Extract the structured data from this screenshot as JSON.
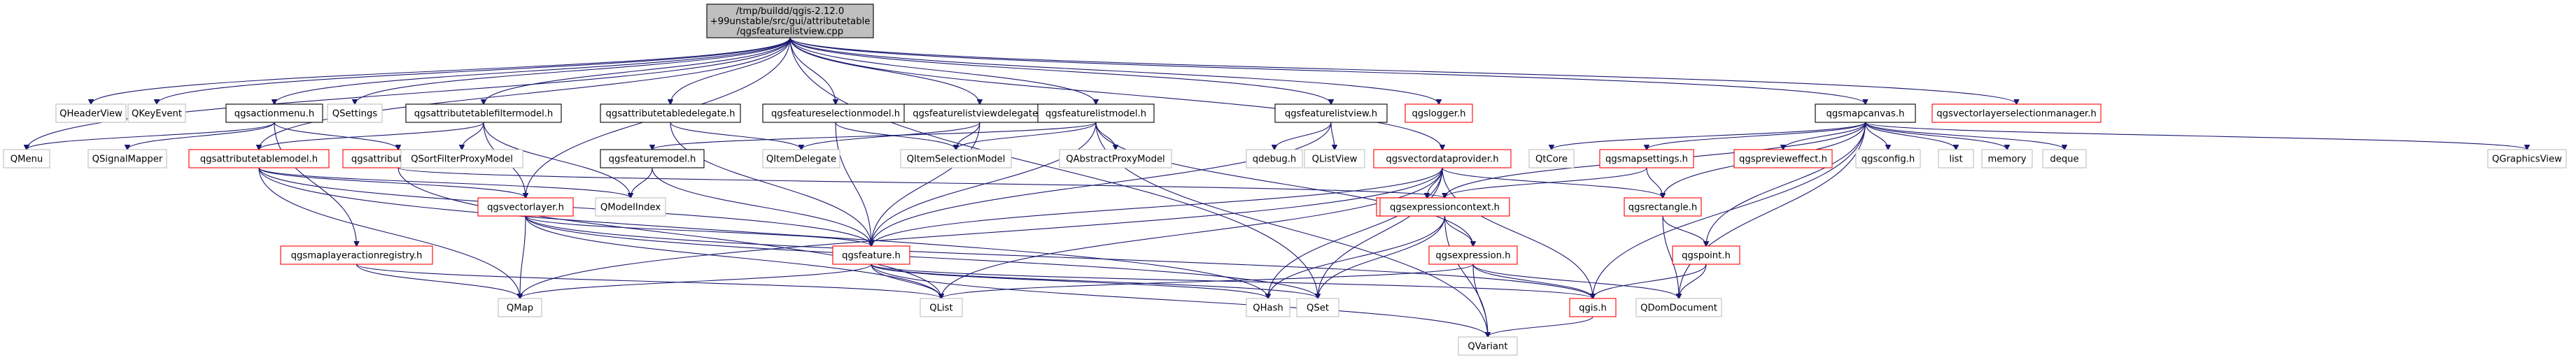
{
  "diagram": {
    "type": "include-dependency-graph",
    "colors": {
      "edge": "#191970",
      "root_fill": "#bfbfbf",
      "root_border": "#000000",
      "documented_border": "#000000",
      "undocumented_border": "#ff0000",
      "external_border": "#bfbfbf"
    },
    "nodes": [
      {
        "id": "root",
        "label": "/tmp/buildd/qgis-2.12.0\n+99unstable/src/gui/attributetable\n/qgsfeaturelistview.cpp",
        "style": "root"
      },
      {
        "id": "QHeaderView",
        "label": "QHeaderView",
        "style": "external"
      },
      {
        "id": "QKeyEvent",
        "label": "QKeyEvent",
        "style": "external"
      },
      {
        "id": "qgsactionmenu",
        "label": "qgsactionmenu.h",
        "style": "documented"
      },
      {
        "id": "QSettings",
        "label": "QSettings",
        "style": "external"
      },
      {
        "id": "qgsattributetablefiltermodel",
        "label": "qgsattributetablefiltermodel.h",
        "style": "documented"
      },
      {
        "id": "qgsattributetabledelegate",
        "label": "qgsattributetabledelegate.h",
        "style": "documented"
      },
      {
        "id": "qgsfeatureselectionmodel",
        "label": "qgsfeatureselectionmodel.h",
        "style": "documented"
      },
      {
        "id": "qgsfeaturelistviewdelegate",
        "label": "qgsfeaturelistviewdelegate.h",
        "style": "documented"
      },
      {
        "id": "qgsfeaturelistmodel",
        "label": "qgsfeaturelistmodel.h",
        "style": "documented"
      },
      {
        "id": "qgsfeaturelistview",
        "label": "qgsfeaturelistview.h",
        "style": "documented"
      },
      {
        "id": "qgslogger",
        "label": "qgslogger.h",
        "style": "undocumented"
      },
      {
        "id": "qgsmapcanvas",
        "label": "qgsmapcanvas.h",
        "style": "documented"
      },
      {
        "id": "qgsvectorlayerselectionmanager",
        "label": "qgsvectorlayerselectionmanager.h",
        "style": "undocumented"
      },
      {
        "id": "QMenu",
        "label": "QMenu",
        "style": "external"
      },
      {
        "id": "QSignalMapper",
        "label": "QSignalMapper",
        "style": "external"
      },
      {
        "id": "qgsattributetablemodel",
        "label": "qgsattributetablemodel.h",
        "style": "undocumented"
      },
      {
        "id": "qgsattributeaction",
        "label": "qgsattributeaction.h",
        "style": "undocumented"
      },
      {
        "id": "QSortFilterProxyModel",
        "label": "QSortFilterProxyModel",
        "style": "external"
      },
      {
        "id": "qgsfeaturemodel",
        "label": "qgsfeaturemodel.h",
        "style": "documented"
      },
      {
        "id": "QItemDelegate",
        "label": "QItemDelegate",
        "style": "external"
      },
      {
        "id": "QItemSelectionModel",
        "label": "QItemSelectionModel",
        "style": "external"
      },
      {
        "id": "QAbstractProxyModel",
        "label": "QAbstractProxyModel",
        "style": "external"
      },
      {
        "id": "qdebug",
        "label": "qdebug.h",
        "style": "external"
      },
      {
        "id": "QListView",
        "label": "QListView",
        "style": "external"
      },
      {
        "id": "qgsvectordataprovider",
        "label": "qgsvectordataprovider.h",
        "style": "undocumented"
      },
      {
        "id": "QtCore",
        "label": "QtCore",
        "style": "external"
      },
      {
        "id": "qgsmapsettings",
        "label": "qgsmapsettings.h",
        "style": "undocumented"
      },
      {
        "id": "qgspreviewеffect",
        "label": "qgspreviewеffect.h",
        "style": "undocumented"
      },
      {
        "id": "qgsconfig",
        "label": "qgsconfig.h",
        "style": "external"
      },
      {
        "id": "list",
        "label": "list",
        "style": "external"
      },
      {
        "id": "memory",
        "label": "memory",
        "style": "external"
      },
      {
        "id": "deque",
        "label": "deque",
        "style": "external"
      },
      {
        "id": "QGraphicsView",
        "label": "QGraphicsView",
        "style": "external"
      },
      {
        "id": "QModelIndex",
        "label": "QModelIndex",
        "style": "external"
      },
      {
        "id": "qgsvectorlayer",
        "label": "qgsvectorlayer.h",
        "style": "undocumented"
      },
      {
        "id": "qgsdataprovider",
        "label": "qgsdataprovider.h",
        "style": "undocumented"
      },
      {
        "id": "qgsexpressioncontext",
        "label": "qgsexpressioncontext.h",
        "style": "undocumented"
      },
      {
        "id": "qgsrectangle",
        "label": "qgsrectangle.h",
        "style": "undocumented"
      },
      {
        "id": "qgsmaplayeractionregistry",
        "label": "qgsmaplayeractionregistry.h",
        "style": "undocumented"
      },
      {
        "id": "qgsfeature",
        "label": "qgsfeature.h",
        "style": "undocumented"
      },
      {
        "id": "qgsexpression",
        "label": "qgsexpression.h",
        "style": "undocumented"
      },
      {
        "id": "qgspoint",
        "label": "qgspoint.h",
        "style": "undocumented"
      },
      {
        "id": "QMap",
        "label": "QMap",
        "style": "external"
      },
      {
        "id": "QList",
        "label": "QList",
        "style": "external"
      },
      {
        "id": "QHash",
        "label": "QHash",
        "style": "external"
      },
      {
        "id": "QSet",
        "label": "QSet",
        "style": "external"
      },
      {
        "id": "qgis",
        "label": "qgis.h",
        "style": "undocumented"
      },
      {
        "id": "QDomDocument",
        "label": "QDomDocument",
        "style": "external"
      },
      {
        "id": "QVariant",
        "label": "QVariant",
        "style": "external"
      }
    ],
    "edges": [
      [
        "root",
        "QHeaderView"
      ],
      [
        "root",
        "QKeyEvent"
      ],
      [
        "root",
        "qgsactionmenu"
      ],
      [
        "root",
        "QSettings"
      ],
      [
        "root",
        "qgsattributetablefiltermodel"
      ],
      [
        "root",
        "qgsattributetabledelegate"
      ],
      [
        "root",
        "qgsfeatureselectionmodel"
      ],
      [
        "root",
        "qgsfeaturelistviewdelegate"
      ],
      [
        "root",
        "qgsfeaturelistmodel"
      ],
      [
        "root",
        "qgsfeaturelistview"
      ],
      [
        "root",
        "qgslogger"
      ],
      [
        "root",
        "qgsmapcanvas"
      ],
      [
        "root",
        "qgsvectorlayerselectionmanager"
      ],
      [
        "root",
        "QMenu"
      ],
      [
        "root",
        "qgsattributetablemodel"
      ],
      [
        "root",
        "qgsvectorlayer"
      ],
      [
        "root",
        "qgsvectordataprovider"
      ],
      [
        "root",
        "QSet"
      ],
      [
        "qgsactionmenu",
        "QMenu"
      ],
      [
        "qgsactionmenu",
        "QSignalMapper"
      ],
      [
        "qgsactionmenu",
        "qgsattributeaction"
      ],
      [
        "qgsactionmenu",
        "qgsmaplayeractionregistry"
      ],
      [
        "qgsattributetablefiltermodel",
        "QSortFilterProxyModel"
      ],
      [
        "qgsattributetablefiltermodel",
        "qgsattributetablemodel"
      ],
      [
        "qgsattributetablefiltermodel",
        "qgsvectorlayer"
      ],
      [
        "qgsattributetablefiltermodel",
        "QModelIndex"
      ],
      [
        "qgsattributetabledelegate",
        "QItemDelegate"
      ],
      [
        "qgsattributetabledelegate",
        "qgsfeature"
      ],
      [
        "qgsfeatureselectionmodel",
        "QItemSelectionModel"
      ],
      [
        "qgsfeatureselectionmodel",
        "qgsfeature"
      ],
      [
        "qgsfeaturelistviewdelegate",
        "QItemDelegate"
      ],
      [
        "qgsfeaturelistviewdelegate",
        "QItemSelectionModel"
      ],
      [
        "qgsfeaturelistviewdelegate",
        "qgsfeature"
      ],
      [
        "qgsfeaturelistmodel",
        "qgsfeaturemodel"
      ],
      [
        "qgsfeaturelistmodel",
        "QItemSelectionModel"
      ],
      [
        "qgsfeaturelistmodel",
        "QAbstractProxyModel"
      ],
      [
        "qgsfeaturelistmodel",
        "qgsexpression"
      ],
      [
        "qgsfeaturelistmodel",
        "qgsfeature"
      ],
      [
        "qgsfeaturelistmodel",
        "QVariant"
      ],
      [
        "qgsfeaturelistview",
        "qdebug"
      ],
      [
        "qgsfeaturelistview",
        "QListView"
      ],
      [
        "qgsfeaturelistview",
        "qgsfeature"
      ],
      [
        "qgsmapcanvas",
        "QtCore"
      ],
      [
        "qgsmapcanvas",
        "qgsmapsettings"
      ],
      [
        "qgsmapcanvas",
        "qgspreviewеffect"
      ],
      [
        "qgsmapcanvas",
        "qgsconfig"
      ],
      [
        "qgsmapcanvas",
        "list"
      ],
      [
        "qgsmapcanvas",
        "memory"
      ],
      [
        "qgsmapcanvas",
        "deque"
      ],
      [
        "qgsmapcanvas",
        "QGraphicsView"
      ],
      [
        "qgsmapcanvas",
        "qgsrectangle"
      ],
      [
        "qgsmapcanvas",
        "qgspoint"
      ],
      [
        "qgsmapcanvas",
        "qgsexpressioncontext"
      ],
      [
        "qgsmapcanvas",
        "QDomDocument"
      ],
      [
        "qgsmapcanvas",
        "qgis"
      ],
      [
        "qgsattributetablemodel",
        "QModelIndex"
      ],
      [
        "qgsattributetablemodel",
        "qgsvectorlayer"
      ],
      [
        "qgsattributetablemodel",
        "qgsfeature"
      ],
      [
        "qgsattributetablemodel",
        "QMap"
      ],
      [
        "qgsattributetablemodel",
        "QHash"
      ],
      [
        "qgsattributeaction",
        "qgsexpressioncontext"
      ],
      [
        "qgsattributeaction",
        "QList"
      ],
      [
        "qgsfeaturemodel",
        "QModelIndex"
      ],
      [
        "qgsfeaturemodel",
        "qgsfeature"
      ],
      [
        "qgsvectordataprovider",
        "qgsdataprovider"
      ],
      [
        "qgsvectordataprovider",
        "qgsfeature"
      ],
      [
        "qgsvectordataprovider",
        "qgsrectangle"
      ],
      [
        "qgsvectordataprovider",
        "QList"
      ],
      [
        "qgsvectordataprovider",
        "QHash"
      ],
      [
        "qgsvectordataprovider",
        "QSet"
      ],
      [
        "qgsvectordataprovider",
        "QMap"
      ],
      [
        "qgsvectordataprovider",
        "qgis"
      ],
      [
        "qgsmapsettings",
        "qgsrectangle"
      ],
      [
        "qgsmapsettings",
        "qgsexpressioncontext"
      ],
      [
        "qgsvectorlayer",
        "QMap"
      ],
      [
        "qgsvectorlayer",
        "QSet"
      ],
      [
        "qgsvectorlayer",
        "QList"
      ],
      [
        "qgsvectorlayer",
        "qgsfeature"
      ],
      [
        "qgsvectorlayer",
        "qgis"
      ],
      [
        "qgsexpressioncontext",
        "qgsexpression"
      ],
      [
        "qgsexpressioncontext",
        "QVariant"
      ],
      [
        "qgsexpressioncontext",
        "QSet"
      ],
      [
        "qgsexpressioncontext",
        "QHash"
      ],
      [
        "qgsrectangle",
        "qgspoint"
      ],
      [
        "qgsrectangle",
        "QDomDocument"
      ],
      [
        "qgsmaplayeractionregistry",
        "QList"
      ],
      [
        "qgsmaplayeractionregistry",
        "QMap"
      ],
      [
        "qgsfeature",
        "QMap"
      ],
      [
        "qgsfeature",
        "QList"
      ],
      [
        "qgsfeature",
        "QHash"
      ],
      [
        "qgsfeature",
        "QSet"
      ],
      [
        "qgsfeature",
        "QVariant"
      ],
      [
        "qgsfeature",
        "qgis"
      ],
      [
        "qgsexpression",
        "QList"
      ],
      [
        "qgsexpression",
        "QDomDocument"
      ],
      [
        "qgsexpression",
        "qgis"
      ],
      [
        "qgsexpression",
        "QVariant"
      ],
      [
        "qgspoint",
        "qgis"
      ],
      [
        "qgspoint",
        "QDomDocument"
      ],
      [
        "qgis",
        "QVariant"
      ]
    ]
  }
}
